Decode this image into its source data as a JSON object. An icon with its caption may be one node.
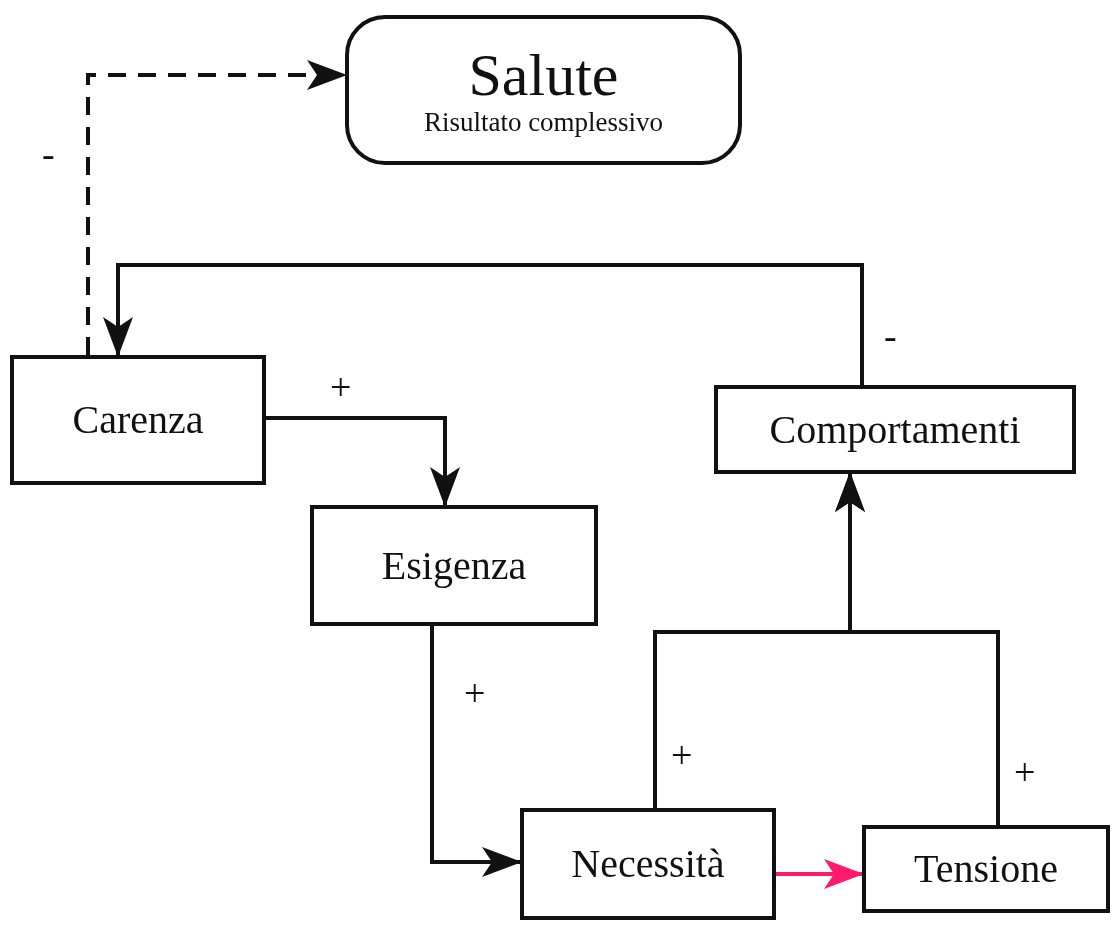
{
  "diagram": {
    "nodes": [
      {
        "text": [
          "Salute",
          "Risultato complessivo"
        ]
      },
      {
        "text": [
          "Carenza"
        ]
      },
      {
        "text": [
          "Comportamenti"
        ]
      },
      {
        "text": [
          "Esigenza"
        ]
      },
      {
        "text": [
          "Necessità"
        ]
      },
      {
        "text": [
          "Tensione"
        ]
      }
    ],
    "edges": [
      {
        "from": 1,
        "to": 0,
        "arrow": "to",
        "style": "dashed",
        "label": "-"
      },
      {
        "from": 2,
        "to": 1,
        "arrow": "to",
        "label": "-"
      },
      {
        "from": 1,
        "to": 3,
        "arrow": "to",
        "label": "+"
      },
      {
        "from": 3,
        "to": 4,
        "arrow": "to",
        "label": "+"
      },
      {
        "from": 4,
        "to": 2,
        "arrow": "to",
        "label": "+"
      },
      {
        "from": 5,
        "to": 2,
        "arrow": "to",
        "label": "+"
      },
      {
        "from": 4,
        "to": 5,
        "arrow": "to",
        "color": "#ff1a6e"
      }
    ]
  }
}
